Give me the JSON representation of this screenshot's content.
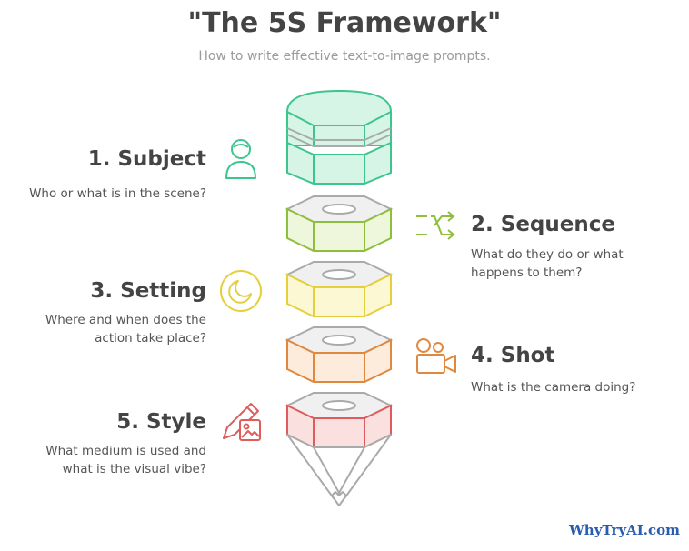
{
  "header": {
    "title": "\"The 5S Framework\"",
    "subtitle": "How to write effective text-to-image prompts."
  },
  "steps": [
    {
      "heading": "1. Subject",
      "description": "Who or what is in the scene?",
      "icon": "person-icon",
      "color": "#3cc58e"
    },
    {
      "heading": "2. Sequence",
      "description": "What do they do or what happens to them?",
      "icon": "shuffle-arrows-icon",
      "color": "#8fbe3c"
    },
    {
      "heading": "3. Setting",
      "description": "Where and when does the action take place?",
      "icon": "moon-clock-icon",
      "color": "#e5cf3a"
    },
    {
      "heading": "4. Shot",
      "description": "What is the camera doing?",
      "icon": "video-camera-icon",
      "color": "#e0883e"
    },
    {
      "heading": "5. Style",
      "description": "What medium is used and what is the visual vibe?",
      "icon": "pencil-image-icon",
      "color": "#e05c5c"
    }
  ],
  "watermark": "WhyTryAI.com"
}
